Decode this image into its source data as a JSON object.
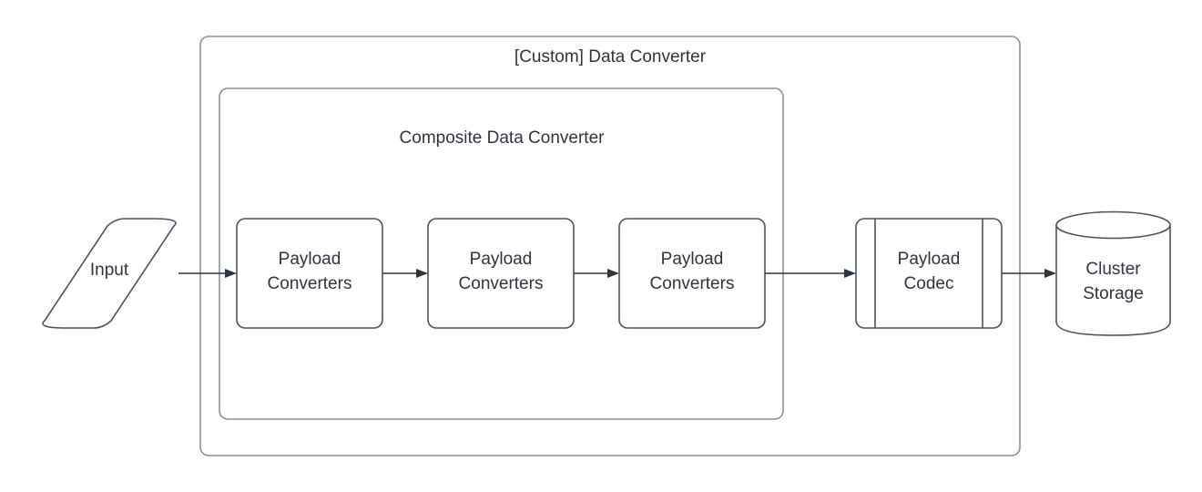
{
  "diagram": {
    "title": "[Custom] Data Converter",
    "type": "flow-diagram",
    "background_color": "#ffffff",
    "stroke_color": "#4a5160",
    "container_stroke_color": "#8892a0",
    "text_color": "#2e3440",
    "containers": [
      {
        "id": "custom-data-converter",
        "label": "[Custom] Data Converter",
        "shape": "rounded-rectangle"
      },
      {
        "id": "composite-data-converter",
        "label": "Composite Data Converter",
        "shape": "rounded-rectangle"
      }
    ],
    "nodes": [
      {
        "id": "input",
        "label": "Input",
        "shape": "parallelogram"
      },
      {
        "id": "payload-converters-1",
        "label_line1": "Payload",
        "label_line2": "Converters",
        "shape": "rounded-rectangle"
      },
      {
        "id": "payload-converters-2",
        "label_line1": "Payload",
        "label_line2": "Converters",
        "shape": "rounded-rectangle"
      },
      {
        "id": "payload-converters-3",
        "label_line1": "Payload",
        "label_line2": "Converters",
        "shape": "rounded-rectangle"
      },
      {
        "id": "payload-codec",
        "label_line1": "Payload",
        "label_line2": "Codec",
        "shape": "predefined-process"
      },
      {
        "id": "cluster-storage",
        "label_line1": "Cluster",
        "label_line2": "Storage",
        "shape": "cylinder"
      }
    ],
    "edges": [
      {
        "id": "edge-input-to-pc1",
        "from": "input",
        "to": "payload-converters-1",
        "arrow": "single"
      },
      {
        "id": "edge-pc1-to-pc2",
        "from": "payload-converters-1",
        "to": "payload-converters-2",
        "arrow": "single"
      },
      {
        "id": "edge-pc2-to-pc3",
        "from": "payload-converters-2",
        "to": "payload-converters-3",
        "arrow": "single"
      },
      {
        "id": "edge-pc3-to-codec",
        "from": "payload-converters-3",
        "to": "payload-codec",
        "arrow": "single"
      },
      {
        "id": "edge-codec-to-storage",
        "from": "payload-codec",
        "to": "cluster-storage",
        "arrow": "single"
      }
    ]
  }
}
